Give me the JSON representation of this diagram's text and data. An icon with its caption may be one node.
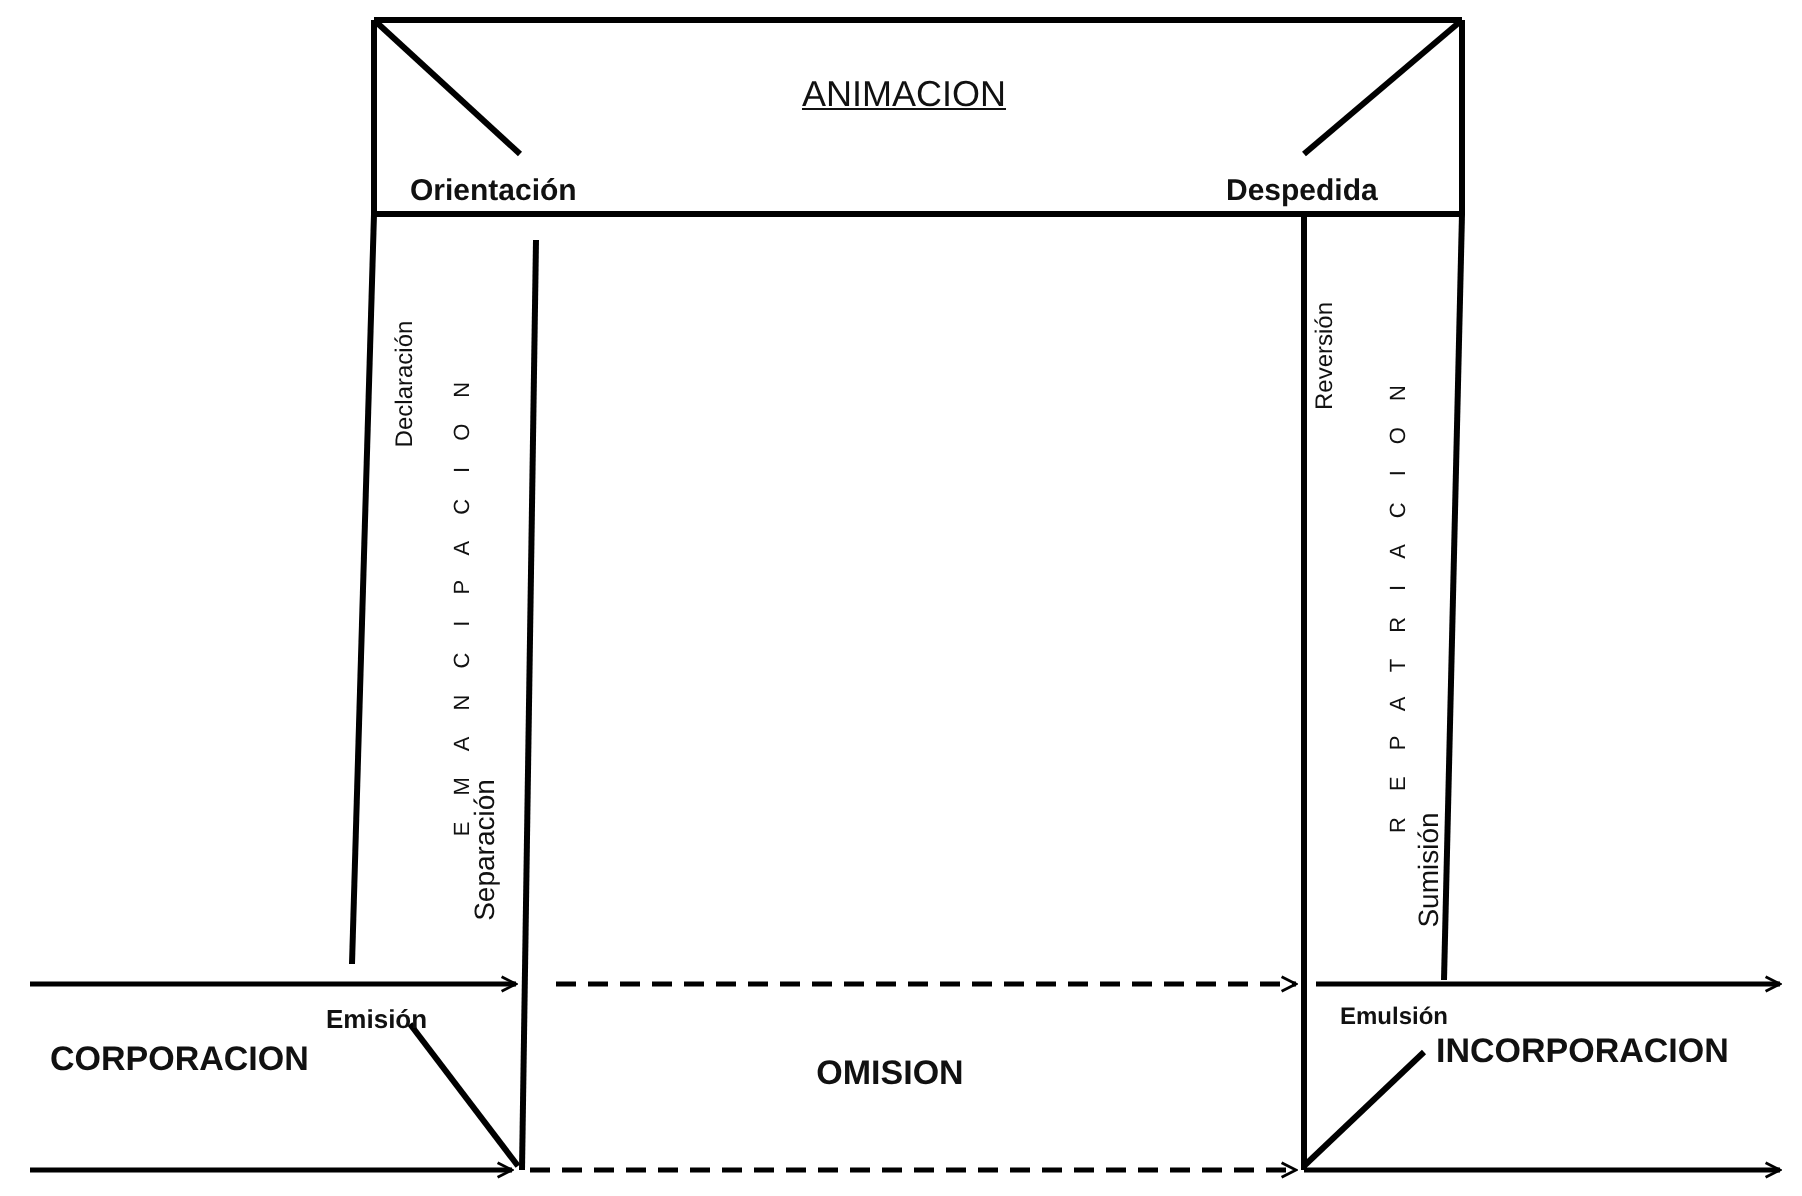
{
  "diagram": {
    "labels": [
      "ANIMACION",
      "Orientación",
      "Despedida",
      "Declaración",
      "EMANCIPACION",
      "Reversión",
      "REPATRIACION",
      "Separación",
      "Sumisión",
      "Emisión",
      "Emulsión",
      "CORPORACION",
      "OMISION",
      "INCORPORACION"
    ]
  }
}
